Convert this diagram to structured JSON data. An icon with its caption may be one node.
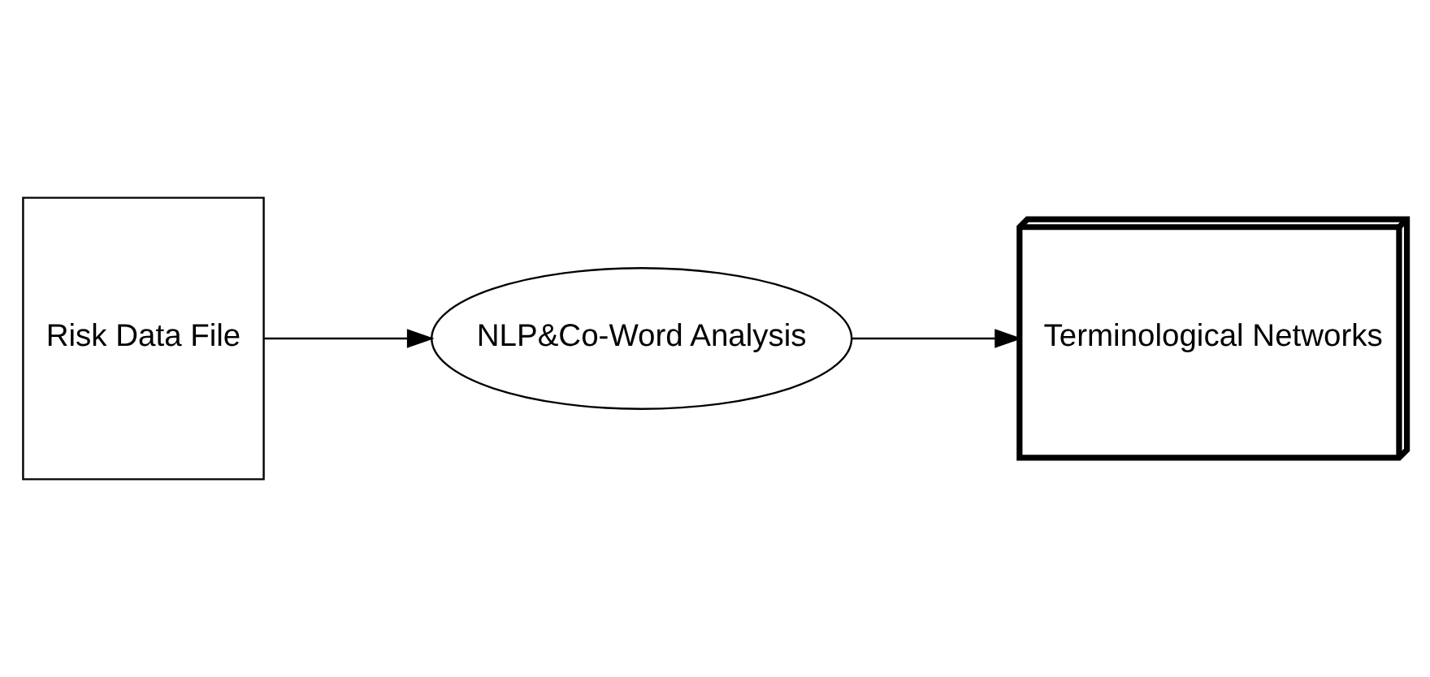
{
  "diagram": {
    "nodes": [
      {
        "text": [
          "Risk Data File"
        ]
      },
      {
        "text": [
          "NLP&Co-Word Analysis"
        ]
      },
      {
        "text": [
          "Terminological Networks"
        ]
      }
    ],
    "edges": [
      {
        "from": 0,
        "to": 1,
        "arrow": "to"
      },
      {
        "from": 1,
        "to": 2,
        "arrow": "to"
      }
    ]
  }
}
